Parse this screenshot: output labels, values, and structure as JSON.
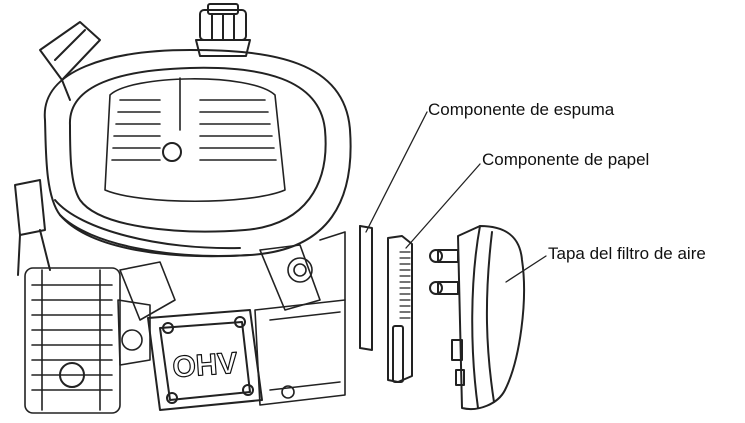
{
  "diagram": {
    "labels": {
      "foam": "Componente de espuma",
      "paper": "Componente de papel",
      "cover": "Tapa del filtro de aire"
    },
    "engine_badge": "OHV"
  }
}
